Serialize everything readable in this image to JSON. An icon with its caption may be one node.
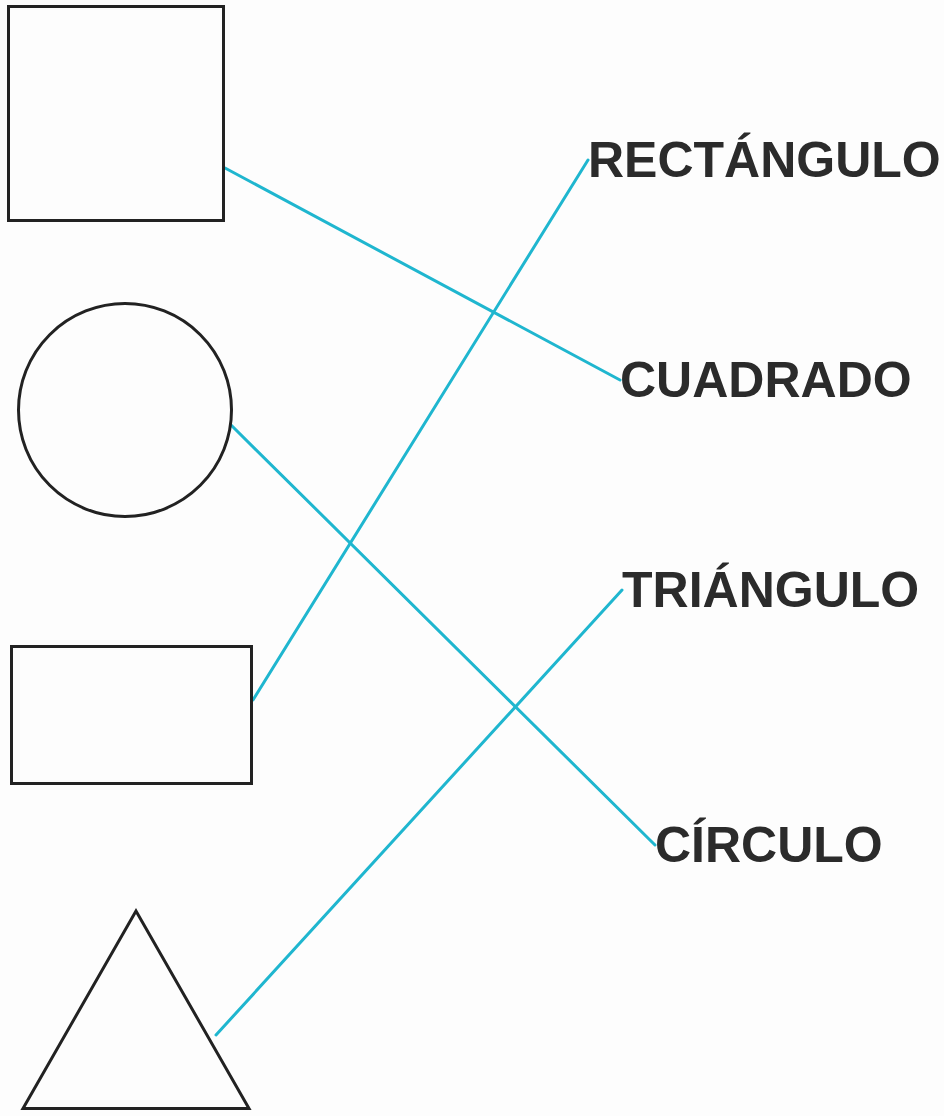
{
  "diagram": {
    "nodes": [
      {
        "text": [],
        "shape": "box"
      },
      {
        "text": [],
        "shape": "circle"
      },
      {
        "text": [],
        "shape": "box"
      },
      {
        "text": [],
        "shape": "triangle"
      },
      {
        "text": [
          "RECTÁNGULO"
        ]
      },
      {
        "text": [
          "CUADRADO"
        ]
      },
      {
        "text": [
          "TRIÁNGULO"
        ]
      },
      {
        "text": [
          "CÍRCULO"
        ]
      }
    ],
    "edges": [
      {
        "from": 0,
        "to": 5,
        "arrow": "none"
      },
      {
        "from": 1,
        "to": 7,
        "arrow": "none"
      },
      {
        "from": 2,
        "to": 4,
        "arrow": "none"
      },
      {
        "from": 3,
        "to": 6,
        "arrow": "none"
      }
    ]
  }
}
